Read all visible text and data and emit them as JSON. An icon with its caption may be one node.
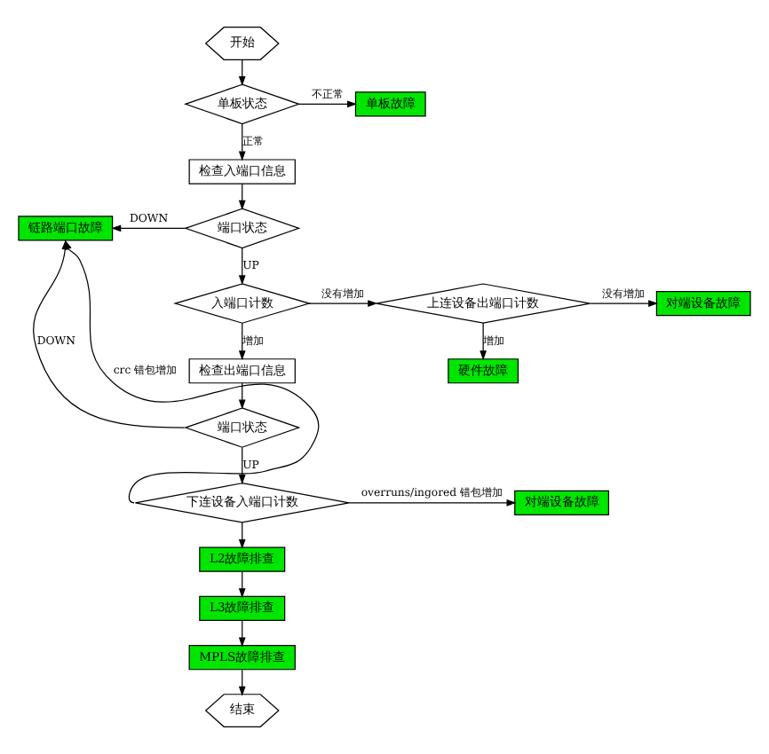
{
  "diagram": {
    "nodes": [
      {
        "text": [
          "开始"
        ]
      },
      {
        "text": [
          "单板状态"
        ]
      },
      {
        "text": [
          "单板故障"
        ]
      },
      {
        "text": [
          "检查入端口信息"
        ]
      },
      {
        "text": [
          "链路端口故障"
        ]
      },
      {
        "text": [
          "端口状态"
        ]
      },
      {
        "text": [
          "入端口计数"
        ]
      },
      {
        "text": [
          "上连设备出端口计数"
        ]
      },
      {
        "text": [
          "对端设备故障"
        ]
      },
      {
        "text": [
          "检查出端口信息"
        ]
      },
      {
        "text": [
          "硬件故障"
        ]
      },
      {
        "text": [
          "端口状态"
        ]
      },
      {
        "text": [
          "下连设备入端口计数"
        ]
      },
      {
        "text": [
          "对端设备故障"
        ]
      },
      {
        "text": [
          "L2故障排查"
        ]
      },
      {
        "text": [
          "L3故障排查"
        ]
      },
      {
        "text": [
          "MPLS故障排查"
        ]
      },
      {
        "text": [
          "结束"
        ]
      }
    ],
    "edges": [
      {
        "from": 0,
        "to": 1,
        "arrow": "to"
      },
      {
        "from": 1,
        "to": 2,
        "arrow": "to",
        "label": "不正常"
      },
      {
        "from": 1,
        "to": 3,
        "arrow": "to",
        "label": "正常"
      },
      {
        "from": 3,
        "to": 5,
        "arrow": "to"
      },
      {
        "from": 5,
        "to": 4,
        "arrow": "to",
        "label": "DOWN"
      },
      {
        "from": 5,
        "to": 6,
        "arrow": "to",
        "label": "UP"
      },
      {
        "from": 6,
        "to": 7,
        "arrow": "to",
        "label": "没有增加"
      },
      {
        "from": 7,
        "to": 8,
        "arrow": "to",
        "label": "没有增加"
      },
      {
        "from": 7,
        "to": 10,
        "arrow": "to",
        "label": "增加"
      },
      {
        "from": 6,
        "to": 9,
        "arrow": "to",
        "label": "增加"
      },
      {
        "from": 9,
        "to": 11,
        "arrow": "to"
      },
      {
        "from": 11,
        "to": 4,
        "arrow": "to",
        "label": "DOWN"
      },
      {
        "from": 11,
        "to": 12,
        "arrow": "to",
        "label": "UP"
      },
      {
        "from": 12,
        "to": 4,
        "arrow": "to",
        "label": "crc 错包增加"
      },
      {
        "from": 12,
        "to": 13,
        "arrow": "to",
        "label": "overruns/ingored 错包增加"
      },
      {
        "from": 12,
        "to": 14,
        "arrow": "to"
      },
      {
        "from": 14,
        "to": 15,
        "arrow": "to"
      },
      {
        "from": 15,
        "to": 16,
        "arrow": "to"
      },
      {
        "from": 16,
        "to": 17,
        "arrow": "to"
      }
    ]
  }
}
